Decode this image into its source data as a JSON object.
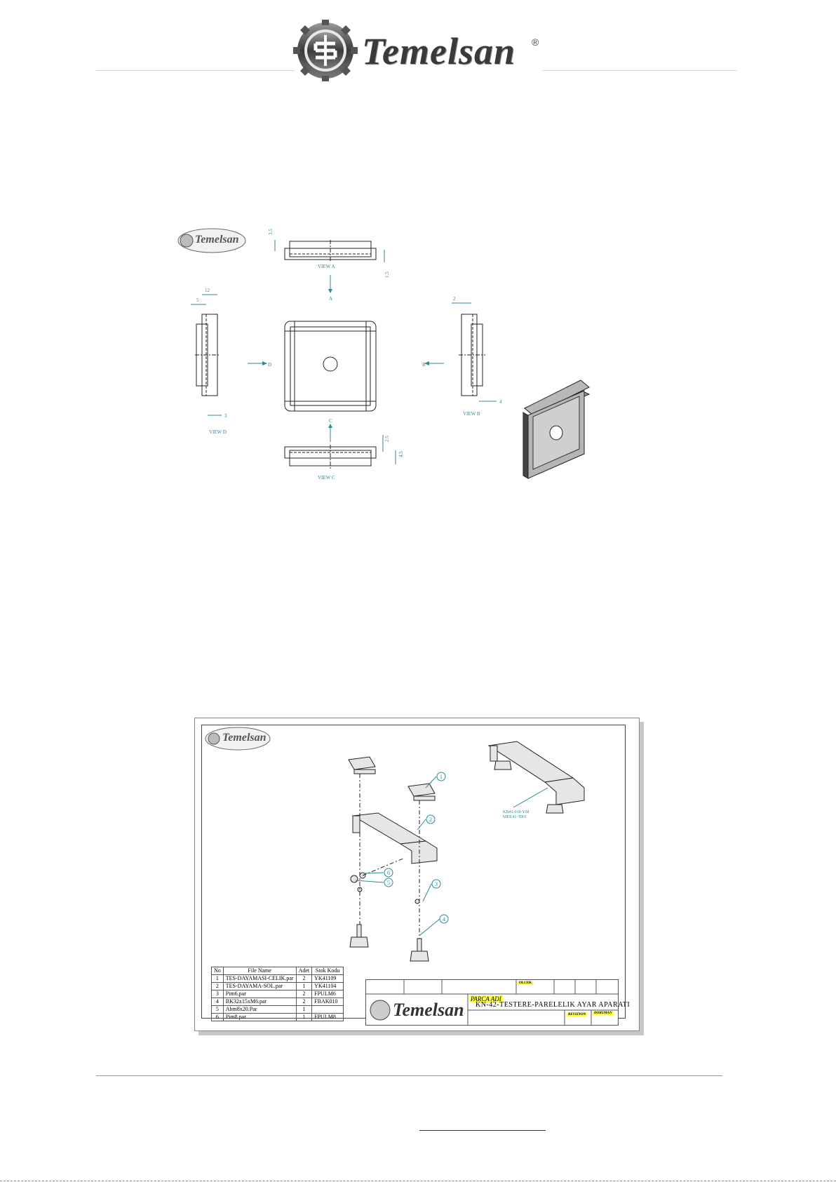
{
  "header": {
    "brand": "Temelsan",
    "registered": "®"
  },
  "drawing1": {
    "logo_text": "Temelsan",
    "view_labels": {
      "view_a": "VIEW A",
      "view_b": "VIEW B",
      "view_c": "VIEW C",
      "view_d": "VIEW D"
    },
    "arrow_labels": {
      "a": "A",
      "b": "B",
      "c": "C",
      "d": "D"
    },
    "dimensions": {
      "top_left": "3.5",
      "top_right": "1.5",
      "left_width": "12",
      "left_inner": "5",
      "left_bottom": "3",
      "right_top": "2",
      "right_bottom": "4",
      "bottom_top": "2.5",
      "bottom_bottom": "4.5"
    }
  },
  "drawing2": {
    "logo_text": "Temelsan",
    "balloons": [
      "1",
      "2",
      "3",
      "4",
      "5",
      "6"
    ],
    "callout_note": [
      "KN41-010-YM",
      "MEK41-T001"
    ],
    "bom": {
      "headers": [
        "No",
        "File Name",
        "Adet",
        "Stok Kodu"
      ],
      "rows": [
        [
          "1",
          "TES-DAYAMASI-CELIK.par",
          "2",
          "YK41109"
        ],
        [
          "2",
          "TES-DAYAMA-SOL.par",
          "1",
          "YK41104"
        ],
        [
          "3",
          "Pim6.par",
          "2",
          "FPULM6"
        ],
        [
          "4",
          "BK32x15xM6.par",
          "2",
          "FBAK010"
        ],
        [
          "5",
          "Abm8x20.Par",
          "1",
          ""
        ],
        [
          "6",
          "Pim8.par",
          "1",
          "FPULM8"
        ]
      ]
    },
    "title_block": {
      "brand": "Temelsan",
      "olcek_label": "OLCEK",
      "parca_adi_label": "PARCA ADI",
      "part_name": "KN-42-TESTERE-PARELELIK AYAR APARATI",
      "revizyon_label": "REVIZYON",
      "dokuman_label": "DOKUMAN"
    }
  }
}
